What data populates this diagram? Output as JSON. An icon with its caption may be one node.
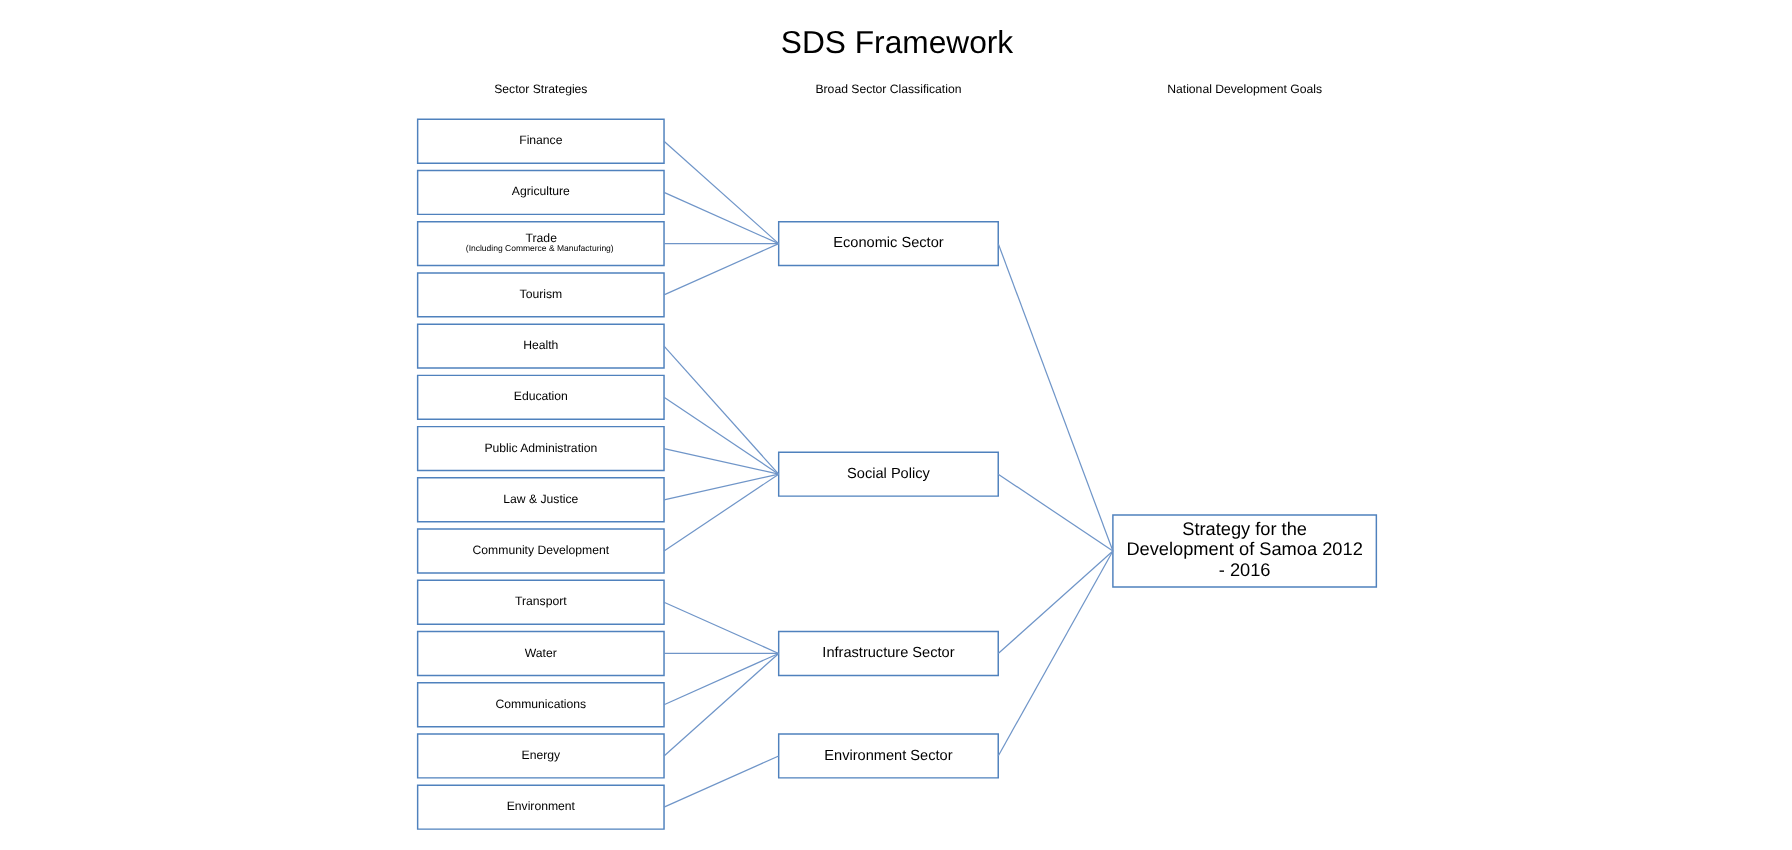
{
  "diagram": {
    "title": "SDS Framework",
    "nodes": [
      {
        "text": [
          "Finance"
        ]
      },
      {
        "text": [
          "Agriculture"
        ]
      },
      {
        "text": [
          "Trade",
          "(Including Commerce & Manufacturing)"
        ]
      },
      {
        "text": [
          "Tourism"
        ]
      },
      {
        "text": [
          "Health"
        ]
      },
      {
        "text": [
          "Education"
        ]
      },
      {
        "text": [
          "Public Administration"
        ]
      },
      {
        "text": [
          "Law & Justice"
        ]
      },
      {
        "text": [
          "Community Development"
        ]
      },
      {
        "text": [
          "Transport"
        ]
      },
      {
        "text": [
          "Water"
        ]
      },
      {
        "text": [
          "Communications"
        ]
      },
      {
        "text": [
          "Energy"
        ]
      },
      {
        "text": [
          "Environment"
        ]
      },
      {
        "text": [
          "Economic Sector"
        ]
      },
      {
        "text": [
          "Social Policy"
        ]
      },
      {
        "text": [
          "Infrastructure Sector"
        ]
      },
      {
        "text": [
          "Environment Sector"
        ]
      },
      {
        "text": [
          "Strategy for the Development of Samoa 2012 - 2016"
        ]
      }
    ],
    "edges": [
      {
        "from": 0,
        "to": 14,
        "arrow": "none"
      },
      {
        "from": 1,
        "to": 14,
        "arrow": "none"
      },
      {
        "from": 2,
        "to": 14,
        "arrow": "none"
      },
      {
        "from": 3,
        "to": 14,
        "arrow": "none"
      },
      {
        "from": 4,
        "to": 15,
        "arrow": "none"
      },
      {
        "from": 5,
        "to": 15,
        "arrow": "none"
      },
      {
        "from": 6,
        "to": 15,
        "arrow": "none"
      },
      {
        "from": 7,
        "to": 15,
        "arrow": "none"
      },
      {
        "from": 8,
        "to": 15,
        "arrow": "none"
      },
      {
        "from": 9,
        "to": 16,
        "arrow": "none"
      },
      {
        "from": 10,
        "to": 16,
        "arrow": "none"
      },
      {
        "from": 11,
        "to": 16,
        "arrow": "none"
      },
      {
        "from": 12,
        "to": 16,
        "arrow": "none"
      },
      {
        "from": 13,
        "to": 17,
        "arrow": "none"
      },
      {
        "from": 14,
        "to": 18,
        "arrow": "none"
      },
      {
        "from": 15,
        "to": 18,
        "arrow": "none"
      },
      {
        "from": 16,
        "to": 18,
        "arrow": "none"
      },
      {
        "from": 17,
        "to": 18,
        "arrow": "none"
      }
    ],
    "labels": [
      "Sector Strategies",
      "Broad Sector Classification",
      "National Development Goals"
    ]
  }
}
